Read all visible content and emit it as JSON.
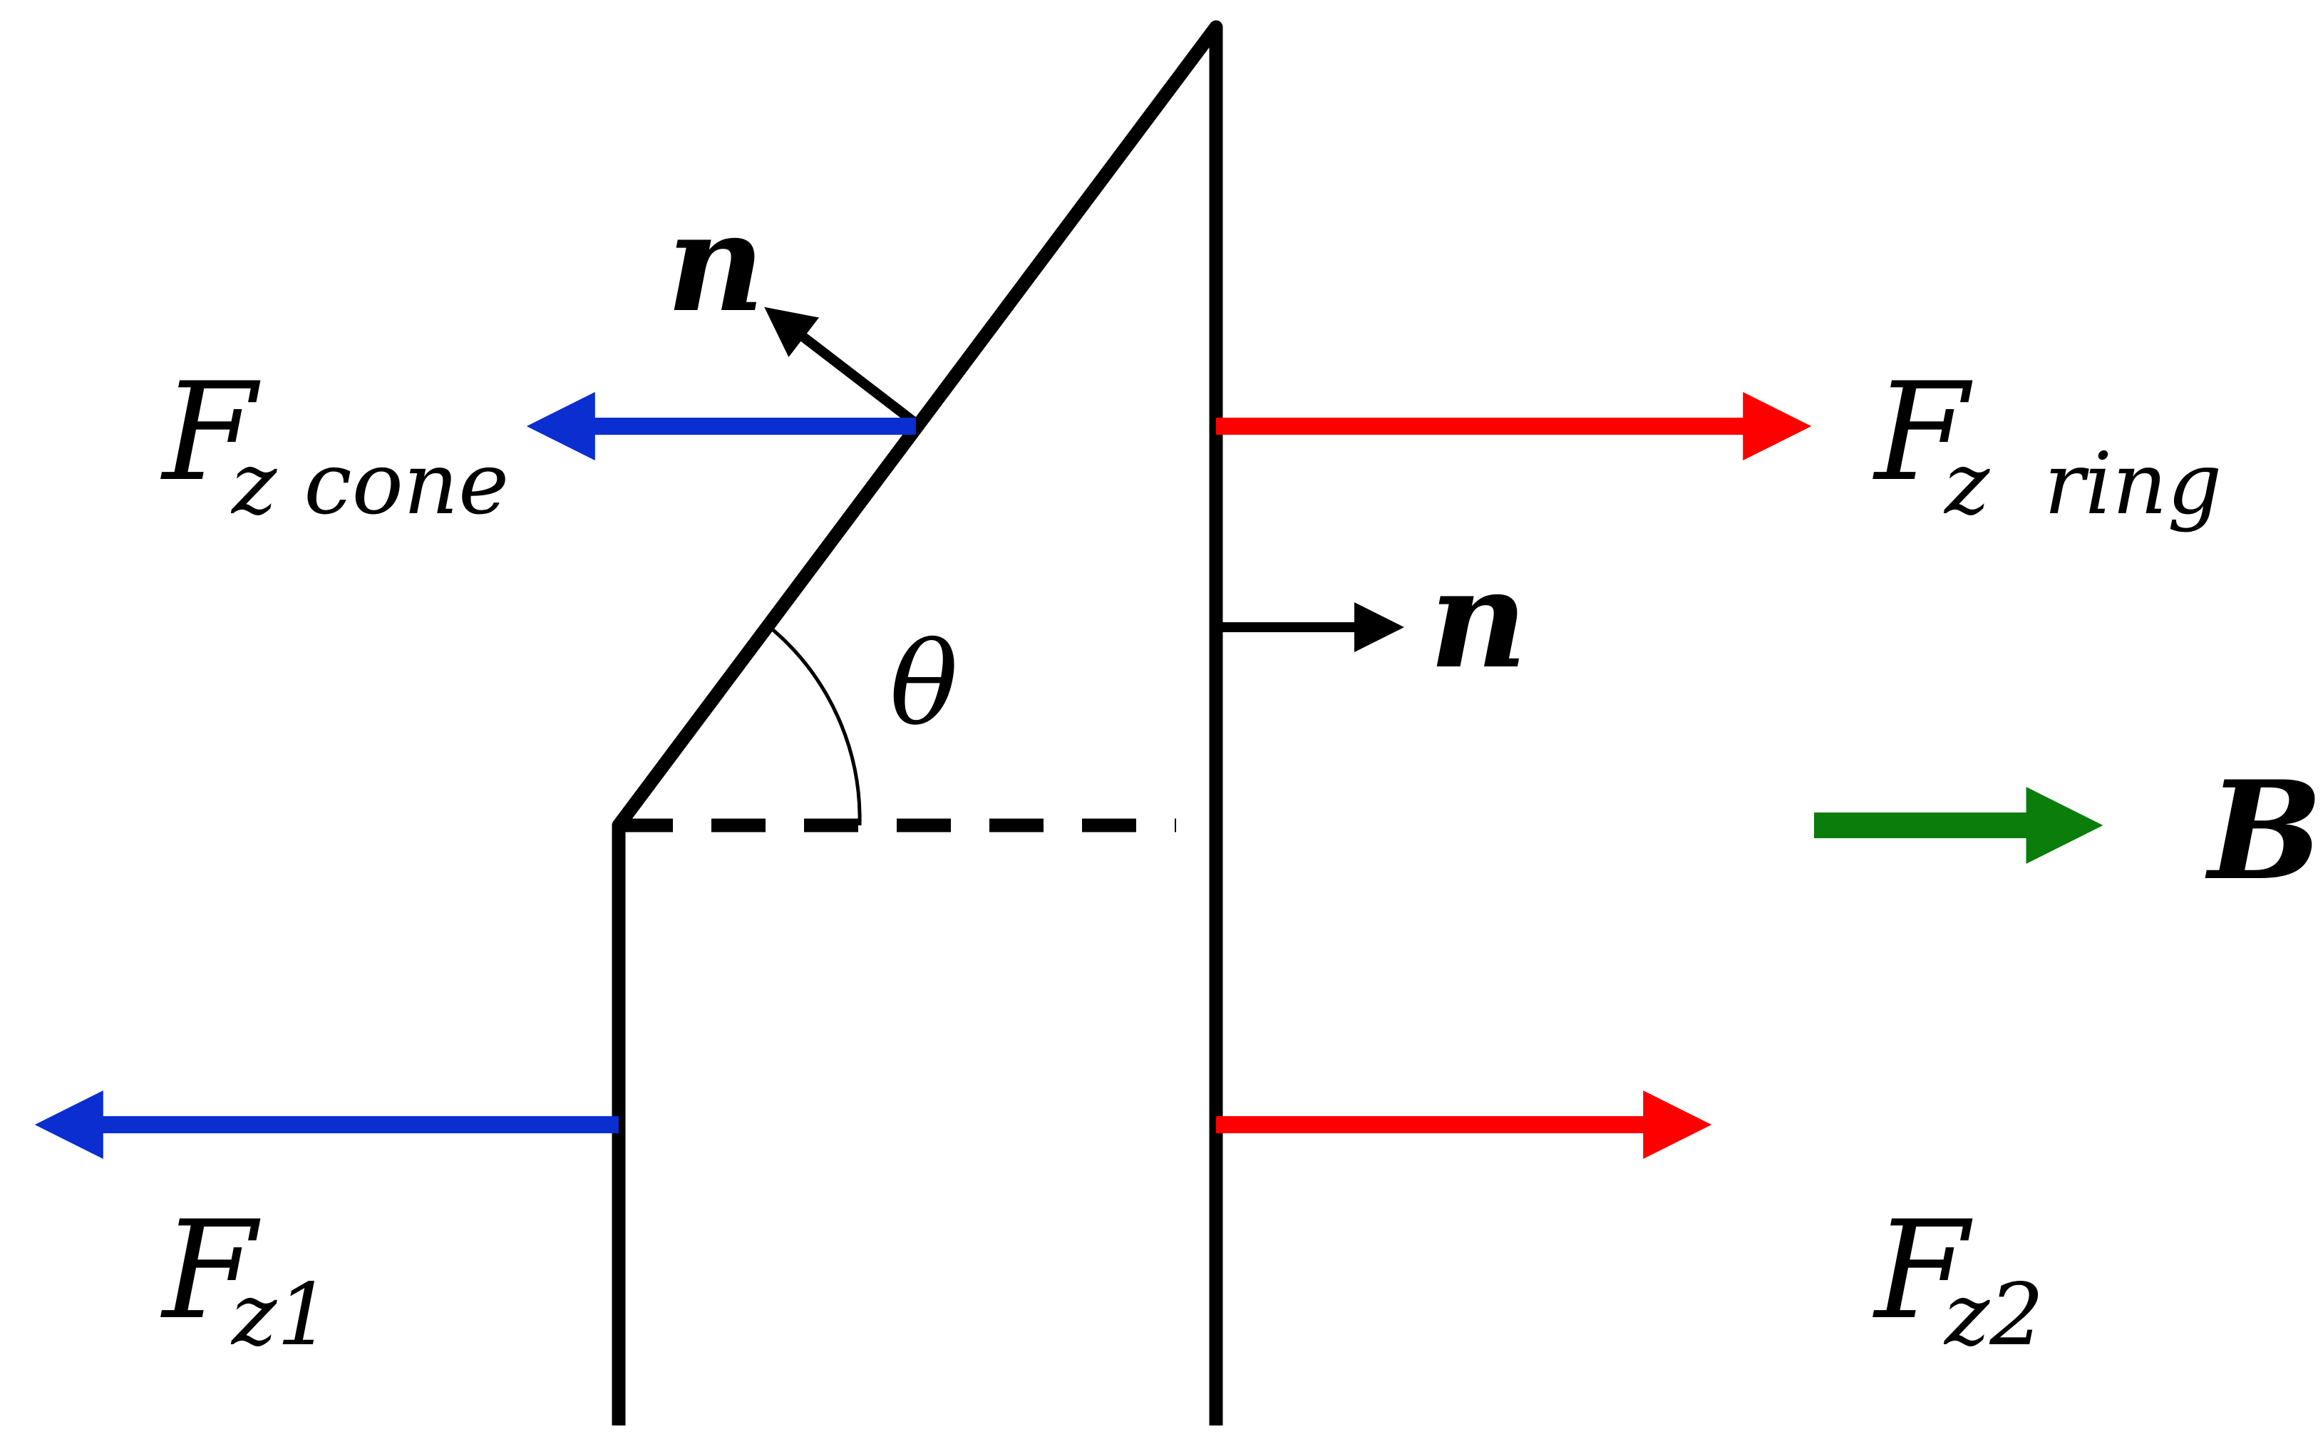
{
  "colors": {
    "structure": "#000000",
    "force_left": "#0a2ecf",
    "force_right": "#ff0000",
    "field": "#0a7d0a",
    "background": "#ffffff"
  },
  "labels": {
    "normal_cone": "n",
    "normal_ring": "n",
    "theta": "θ",
    "field": "B",
    "f_cone": {
      "main": "F",
      "sub": "z cone"
    },
    "f_ring": {
      "main": "F",
      "sub": "z  ring"
    },
    "f_z1": {
      "main": "F",
      "sub": "z1"
    },
    "f_z2": {
      "main": "F",
      "sub": "z2"
    }
  }
}
